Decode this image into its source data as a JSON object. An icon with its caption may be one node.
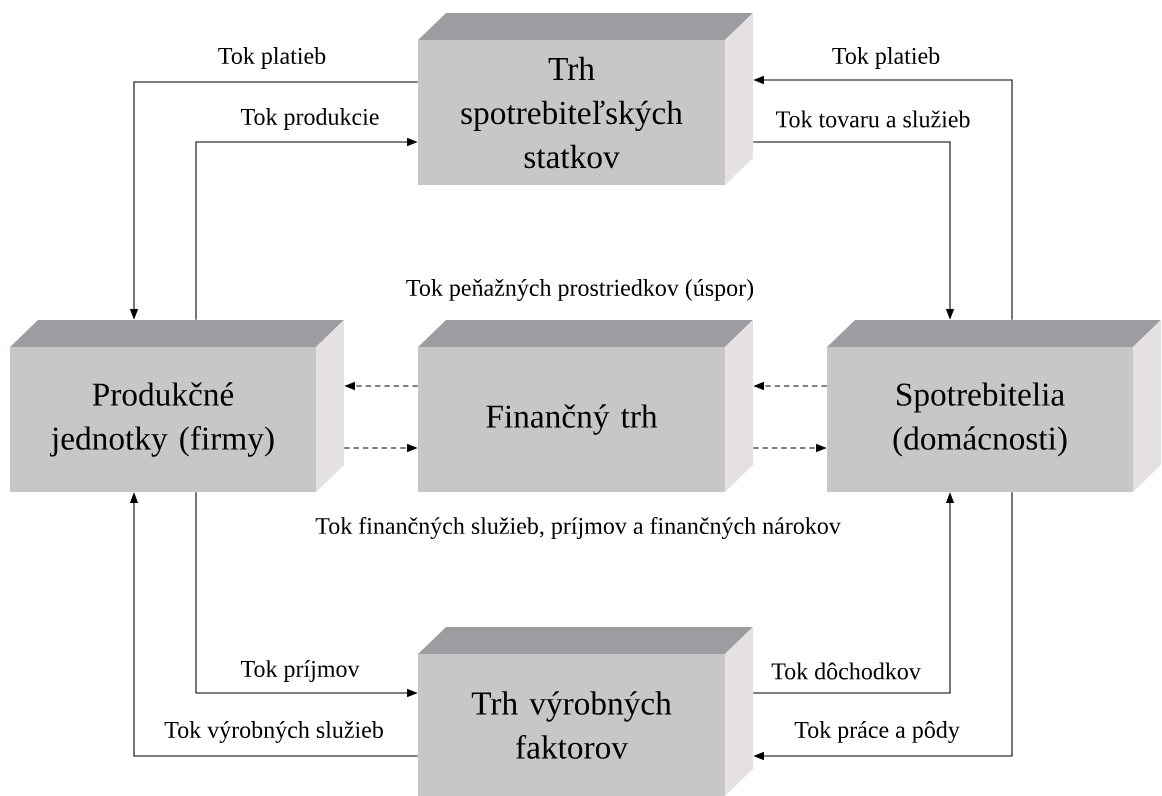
{
  "diagram": {
    "nodes": [
      {
        "text": [
          "Trh spotrebiteľských statkov"
        ]
      },
      {
        "text": [
          "Produkčné jednotky (firmy)"
        ]
      },
      {
        "text": [
          "Finančný trh"
        ]
      },
      {
        "text": [
          "Spotrebitelia (domácnosti)"
        ]
      },
      {
        "text": [
          "Trh výrobných faktorov"
        ]
      }
    ],
    "edges": [
      {
        "from": 0,
        "to": 1,
        "arrow": "to",
        "label": "Tok platieb"
      },
      {
        "from": 1,
        "to": 0,
        "arrow": "to",
        "label": "Tok produkcie"
      },
      {
        "from": 0,
        "to": 3,
        "arrow": "to",
        "label": "Tok tovaru a služieb"
      },
      {
        "from": 3,
        "to": 0,
        "arrow": "to",
        "label": "Tok platieb"
      },
      {
        "from": 2,
        "to": 1,
        "arrow": "to",
        "style": "dashed"
      },
      {
        "from": 3,
        "to": 2,
        "arrow": "to",
        "style": "dashed"
      },
      {
        "from": 1,
        "to": 2,
        "arrow": "to",
        "style": "dashed"
      },
      {
        "from": 2,
        "to": 3,
        "arrow": "to",
        "style": "dashed"
      },
      {
        "from": 1,
        "to": 4,
        "arrow": "to",
        "label": "Tok príjmov"
      },
      {
        "from": 4,
        "to": 1,
        "arrow": "to",
        "label": "Tok výrobných služieb"
      },
      {
        "from": 4,
        "to": 3,
        "arrow": "to",
        "label": "Tok dôchodkov"
      },
      {
        "from": 3,
        "to": 4,
        "arrow": "to",
        "label": "Tok práce a pôdy"
      }
    ],
    "labels": [
      "Tok peňažných prostriedkov (úspor)",
      "Tok finančných služieb, príjmov a finančných nárokov"
    ]
  }
}
